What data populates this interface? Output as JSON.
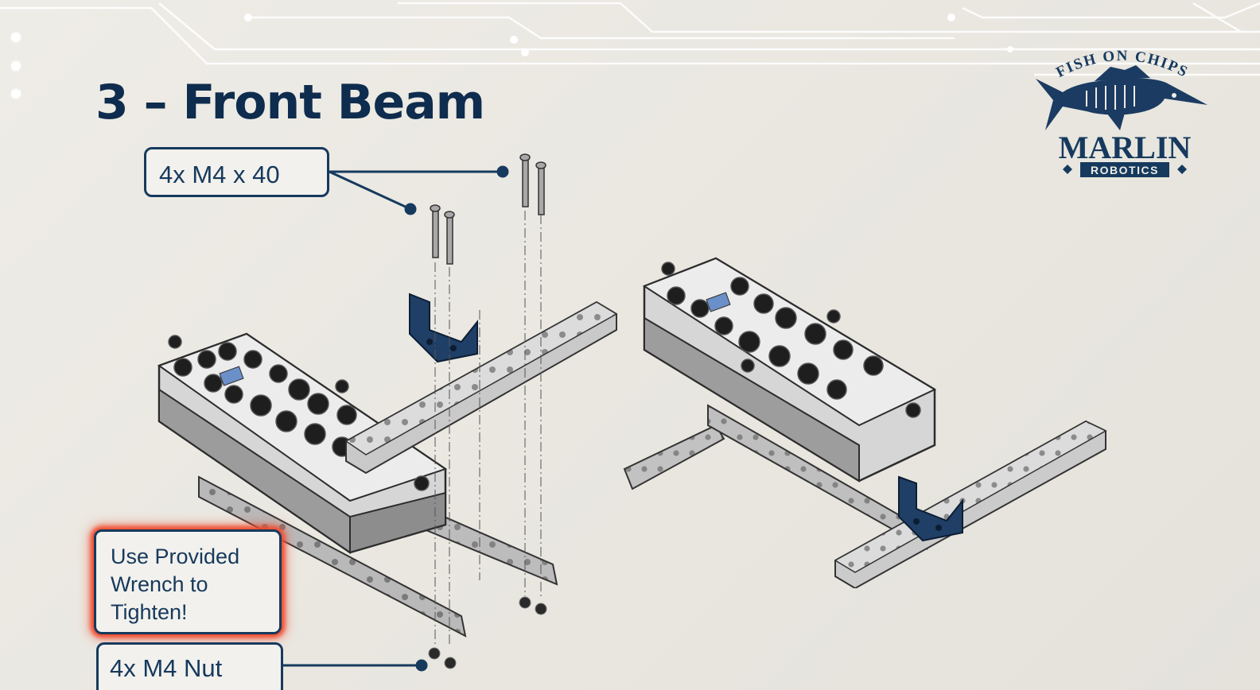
{
  "slide": {
    "title": "3 – Front Beam"
  },
  "callouts": {
    "bolts": "4x M4 x 40",
    "wrench_lines": [
      "Use Provided",
      "Wrench to",
      "Tighten!"
    ],
    "nut": "4x M4 Nut"
  },
  "logo": {
    "tagline": "FISH ON CHIPS",
    "name": "MARLIN",
    "subtitle": "ROBOTICS",
    "icon": "marlin-fish-icon"
  },
  "colors": {
    "title": "#0e2c4e",
    "callout_border": "#163a5e",
    "highlight": "#f04a2c",
    "bracket": "#1f3f66",
    "background": "#ebe9e2"
  }
}
